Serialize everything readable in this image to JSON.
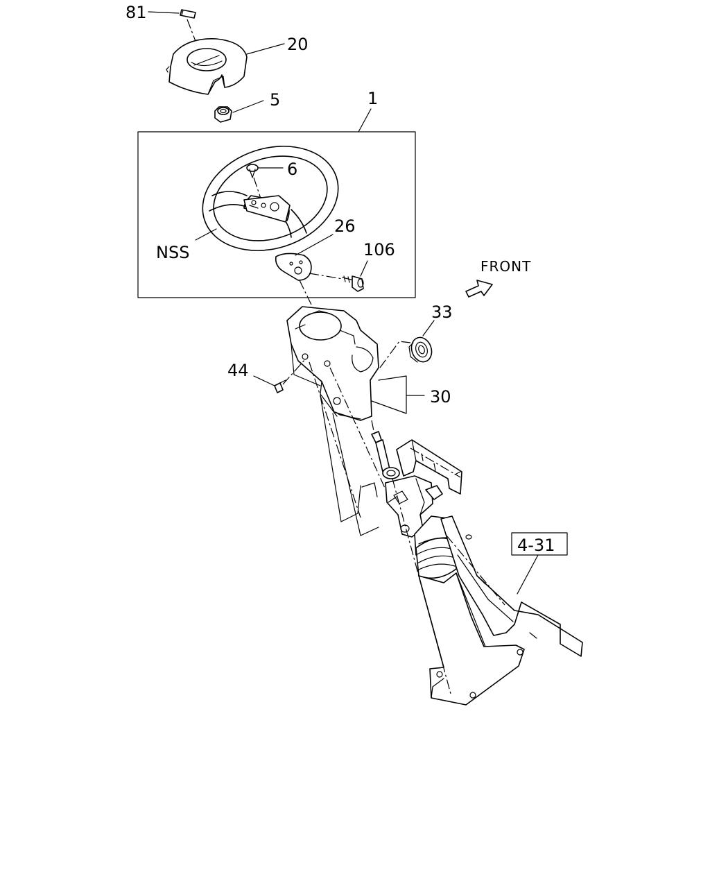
{
  "callouts": {
    "p81": "81",
    "p20": "20",
    "p5": "5",
    "p1": "1",
    "p6": "6",
    "p26": "26",
    "p106": "106",
    "nss": "NSS",
    "p33": "33",
    "p44": "44",
    "p30": "30",
    "ref": "4-31"
  },
  "direction_label": "FRONT",
  "icons": {
    "front_arrow": "front-arrow-icon"
  }
}
